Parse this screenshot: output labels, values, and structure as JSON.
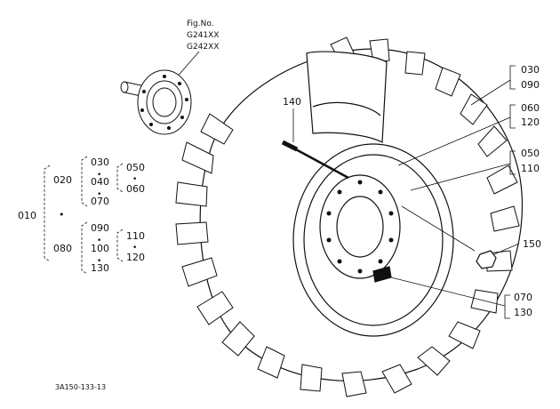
{
  "figure": {
    "fig_no_label": "Fig.No.",
    "fig_numbers": [
      "G241XX",
      "G242XX"
    ],
    "drawing_code": "3A150-133-13"
  },
  "tree": {
    "root": "010",
    "branch_a": "020",
    "branch_b": "080",
    "a_items": [
      "030",
      "040",
      "070"
    ],
    "a_sub": [
      "050",
      "060"
    ],
    "b_items": [
      "090",
      "100",
      "130"
    ],
    "b_sub": [
      "110",
      "120"
    ]
  },
  "callouts": {
    "c030": "030",
    "c090": "090",
    "c060": "060",
    "c120": "120",
    "c050": "050",
    "c110": "110",
    "c140": "140",
    "c150": "150",
    "c070": "070",
    "c130": "130"
  }
}
